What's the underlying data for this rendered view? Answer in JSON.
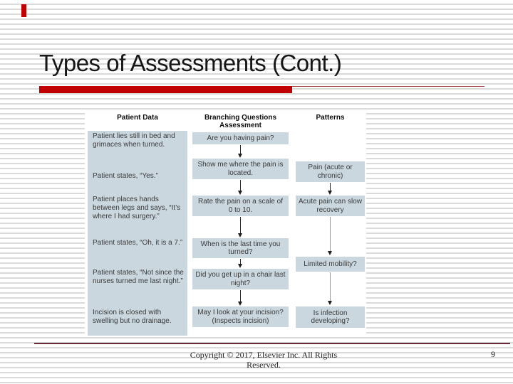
{
  "slide": {
    "title": "Types of Assessments (Cont.)",
    "page_number": "9",
    "footer": {
      "line1": "Copyright © 2017, Elsevier Inc. All Rights",
      "line2": "Reserved."
    }
  },
  "diagram": {
    "type": "flowchart",
    "patient_data": {
      "header": "Patient Data",
      "items": [
        "Patient lies still in bed and grimaces when turned.",
        "Patient states, “Yes.”",
        "Patient places hands between legs and says, “It’s where I had surgery.”",
        "Patient states, “Oh, it is a 7.”",
        "Patient states, “Not since the nurses turned me last night.”",
        "Incision is closed with swelling but no drainage."
      ]
    },
    "questions": {
      "header_line1": "Branching Questions",
      "header_line2": "Assessment",
      "items": [
        "Are you having pain?",
        "Show me where the pain is located.",
        "Rate the pain on a scale of 0 to 10.",
        "When is the last time you turned?",
        "Did you get up in a chair last night?",
        "May I look at your incision? (Inspects incision)"
      ]
    },
    "patterns": {
      "header": "Patterns",
      "items": [
        "Pain (acute or chronic)",
        "Acute pain can slow recovery",
        "Limited mobility?",
        "Is infection developing?"
      ]
    }
  },
  "colors": {
    "accent_red": "#c00000",
    "footer_divider": "#6b2837",
    "flow_box_fill": "#cad7df",
    "stripe_gray": "#dadada"
  }
}
